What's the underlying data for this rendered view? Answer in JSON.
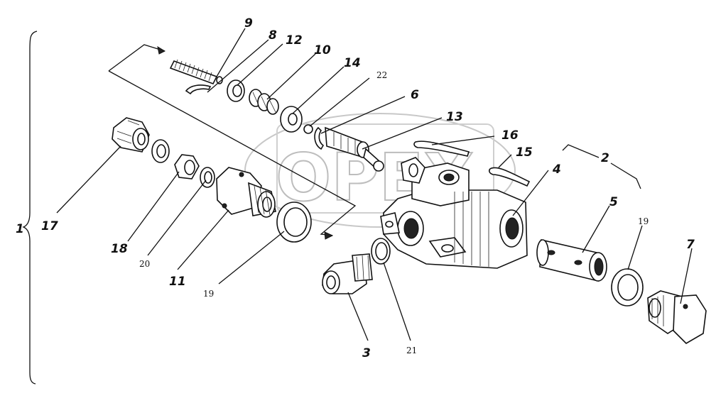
{
  "diagram": {
    "watermark": "ОРЕХ",
    "callouts": [
      {
        "key": "c1",
        "text": "1"
      },
      {
        "key": "c2",
        "text": "2"
      },
      {
        "key": "c3",
        "text": "3"
      },
      {
        "key": "c4",
        "text": "4"
      },
      {
        "key": "c5",
        "text": "5"
      },
      {
        "key": "c6",
        "text": "6"
      },
      {
        "key": "c7",
        "text": "7"
      },
      {
        "key": "c8",
        "text": "8"
      },
      {
        "key": "c9",
        "text": "9"
      },
      {
        "key": "c10",
        "text": "10"
      },
      {
        "key": "c11",
        "text": "11"
      },
      {
        "key": "c12",
        "text": "12"
      },
      {
        "key": "c13",
        "text": "13"
      },
      {
        "key": "c14",
        "text": "14"
      },
      {
        "key": "c15",
        "text": "15"
      },
      {
        "key": "c16",
        "text": "16"
      },
      {
        "key": "c17",
        "text": "17"
      },
      {
        "key": "c18",
        "text": "18"
      },
      {
        "key": "c19a",
        "text": "19"
      },
      {
        "key": "c19b",
        "text": "19"
      },
      {
        "key": "c20",
        "text": "20"
      },
      {
        "key": "c21",
        "text": "21"
      },
      {
        "key": "c22",
        "text": "22"
      }
    ]
  }
}
